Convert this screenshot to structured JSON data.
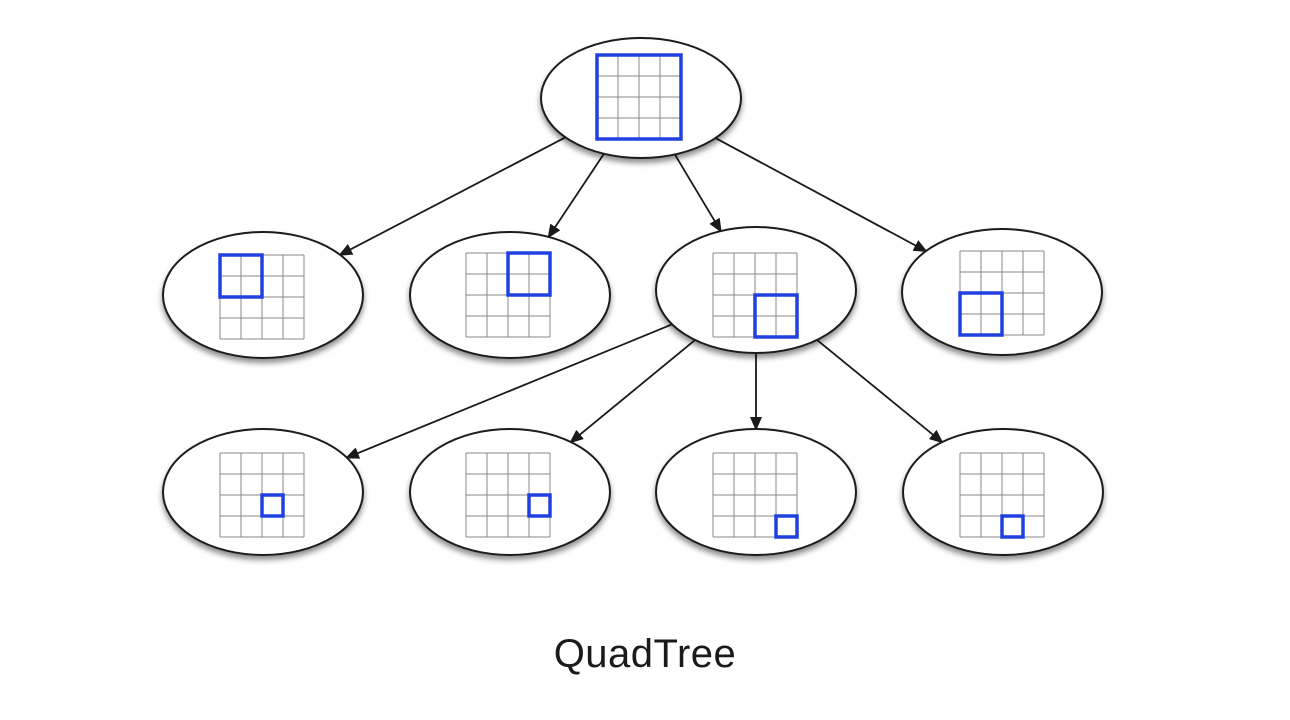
{
  "caption": "QuadTree",
  "colors": {
    "background": "#ffffff",
    "node_fill": "#ffffff",
    "node_stroke": "#1a1a1a",
    "grid_line": "#8a8a8a",
    "highlight": "#2040e0",
    "edge": "#1a1a1a"
  },
  "grid_size": 4,
  "nodes": [
    {
      "id": "root",
      "level": 0,
      "highlight": {
        "col": 0,
        "row": 0,
        "span": 4
      }
    },
    {
      "id": "child-1",
      "level": 1,
      "highlight": {
        "col": 0,
        "row": 0,
        "span": 2
      }
    },
    {
      "id": "child-2",
      "level": 1,
      "highlight": {
        "col": 2,
        "row": 0,
        "span": 2
      }
    },
    {
      "id": "child-3",
      "level": 1,
      "highlight": {
        "col": 2,
        "row": 2,
        "span": 2
      }
    },
    {
      "id": "child-4",
      "level": 1,
      "highlight": {
        "col": 0,
        "row": 2,
        "span": 2
      }
    },
    {
      "id": "grandchild-1",
      "level": 2,
      "highlight": {
        "col": 2,
        "row": 2,
        "span": 1
      }
    },
    {
      "id": "grandchild-2",
      "level": 2,
      "highlight": {
        "col": 3,
        "row": 2,
        "span": 1
      }
    },
    {
      "id": "grandchild-3",
      "level": 2,
      "highlight": {
        "col": 3,
        "row": 3,
        "span": 1
      }
    },
    {
      "id": "grandchild-4",
      "level": 2,
      "highlight": {
        "col": 2,
        "row": 3,
        "span": 1
      }
    }
  ],
  "edges": [
    {
      "from": "root",
      "to": "child-1"
    },
    {
      "from": "root",
      "to": "child-2"
    },
    {
      "from": "root",
      "to": "child-3"
    },
    {
      "from": "root",
      "to": "child-4"
    },
    {
      "from": "child-3",
      "to": "grandchild-1"
    },
    {
      "from": "child-3",
      "to": "grandchild-2"
    },
    {
      "from": "child-3",
      "to": "grandchild-3"
    },
    {
      "from": "child-3",
      "to": "grandchild-4"
    }
  ]
}
